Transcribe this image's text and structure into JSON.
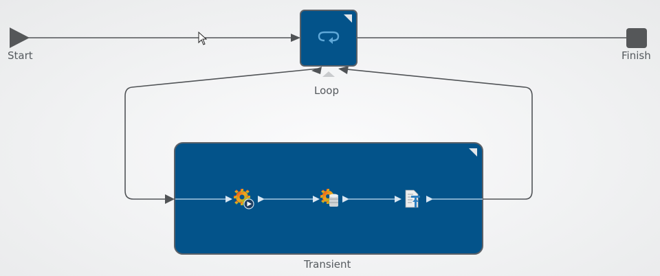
{
  "diagram": {
    "nodes": {
      "start": {
        "label": "Start",
        "type": "start"
      },
      "loop": {
        "label": "Loop",
        "type": "loop"
      },
      "finish": {
        "label": "Finish",
        "type": "finish"
      },
      "transient": {
        "label": "Transient",
        "type": "container"
      }
    },
    "inner_steps": [
      {
        "id": "step-1",
        "icon": "gear-play-icon"
      },
      {
        "id": "step-2",
        "icon": "gear-database-icon"
      },
      {
        "id": "step-3",
        "icon": "document-upload-icon"
      }
    ],
    "edges": [
      {
        "from": "start",
        "to": "loop"
      },
      {
        "from": "loop",
        "to": "finish"
      },
      {
        "from": "loop",
        "to": "transient"
      },
      {
        "from": "transient",
        "to": "loop"
      }
    ],
    "colors": {
      "node_fill": "#03538a",
      "node_border": "#5a6068",
      "connector": "#505356",
      "inner_connector": "#a9c9e2",
      "start_finish": "#555759"
    }
  }
}
